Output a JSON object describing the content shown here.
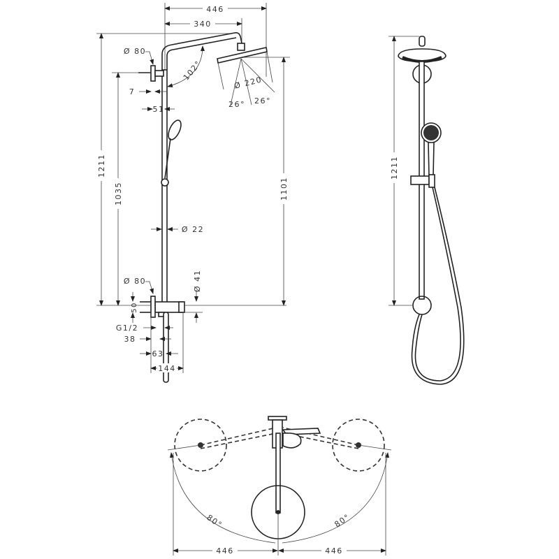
{
  "front_view": {
    "dims": {
      "arm_total": "446",
      "arm_reach": "340",
      "overall_height": "1211",
      "inlet_height": "1035",
      "head_height": "1101",
      "head_angle": "102°",
      "head_diameter": "Ø 220",
      "tilt_left": "26°",
      "tilt_right": "26°",
      "wall_flange_top": "Ø 80",
      "flange_depth": "7",
      "bar_offset": "51",
      "bar_diameter": "Ø 22",
      "wall_flange_bottom": "Ø 80",
      "thermostat_diameter": "Ø 41",
      "thermostat_height": "50",
      "connection": "G1/2",
      "dim_38": "38",
      "dim_63": "63",
      "dim_144": "144"
    }
  },
  "side_view": {
    "dims": {
      "overall_height": "1211"
    }
  },
  "top_view": {
    "dims": {
      "swing_left": "80°",
      "swing_right": "80°",
      "reach_left": "446",
      "reach_right": "446"
    }
  }
}
